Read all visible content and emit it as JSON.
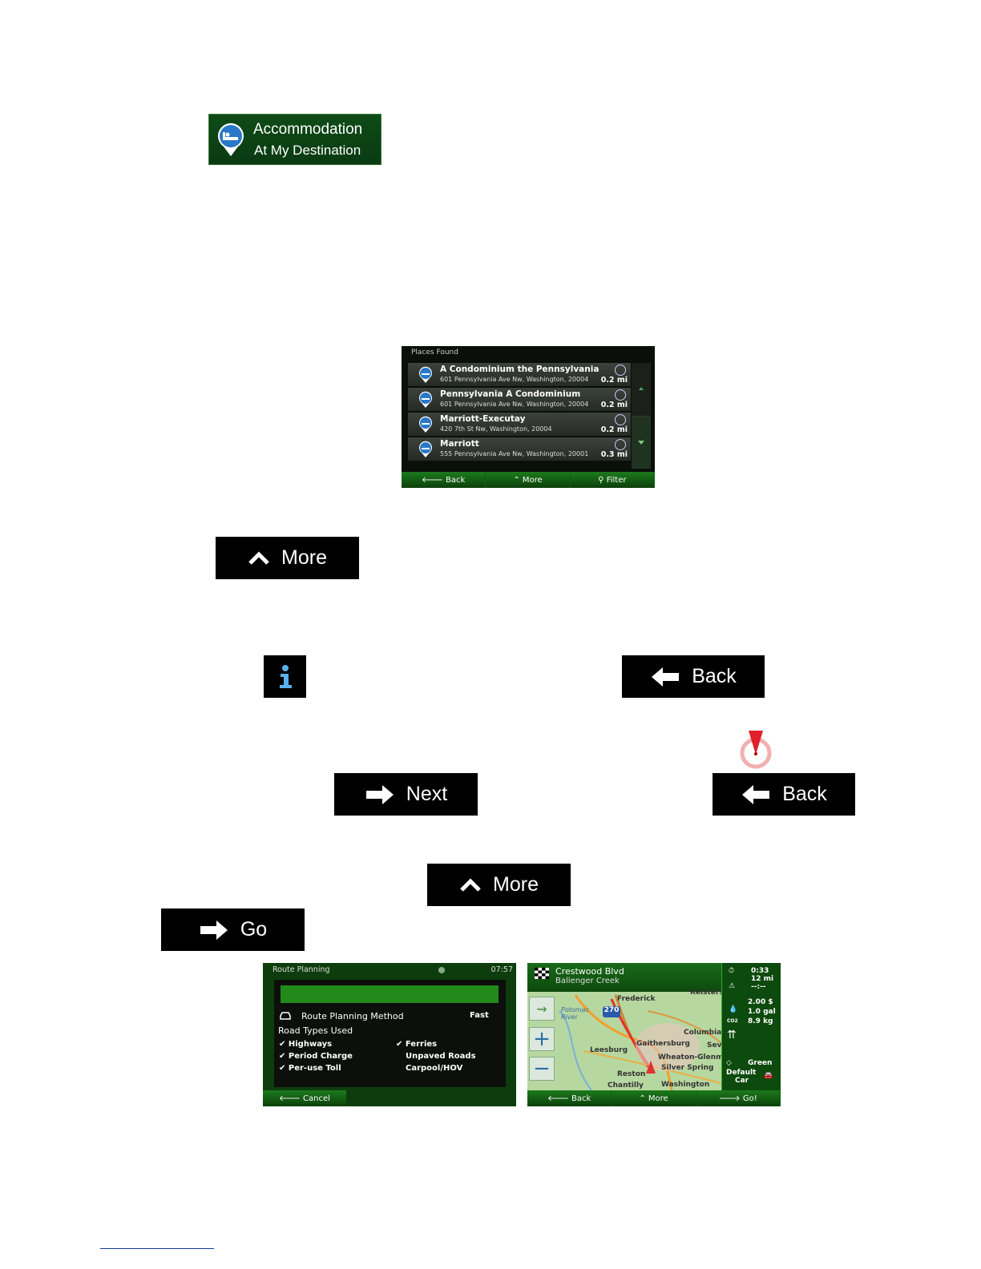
{
  "accommodation_button": {
    "line1": "Accommodation",
    "line2": "At My Destination"
  },
  "places_found": {
    "title": "Places Found",
    "items": [
      {
        "name": "A Condominium the Pennsylvania",
        "address": "601 Pennsylvania Ave Nw, Washington, 20004",
        "distance": "0.2 mi"
      },
      {
        "name": "Pennsylvania A Condominium",
        "address": "601 Pennsylvania Ave Nw, Washington, 20004",
        "distance": "0.2 mi"
      },
      {
        "name": "Marriott-Executay",
        "address": "420 7th St Nw, Washington, 20004",
        "distance": "0.2 mi"
      },
      {
        "name": "Marriott",
        "address": "555 Pennsylvania Ave Nw, Washington, 20001",
        "distance": "0.3 mi"
      }
    ],
    "footer": {
      "back": "Back",
      "more": "More",
      "filter": "Filter"
    }
  },
  "buttons": {
    "more_1": "More",
    "back_1": "Back",
    "next": "Next",
    "back_2": "Back",
    "more_2": "More",
    "go": "Go"
  },
  "route_planning": {
    "title": "Route Planning",
    "time": "07:57",
    "method_label": "Route Planning Method",
    "method_value": "Fast",
    "road_types": "Road Types Used",
    "left_options": [
      "Highways",
      "Period Charge",
      "Per-use Toll"
    ],
    "right_options": [
      "Ferries",
      "Unpaved Roads",
      "Carpool/HOV"
    ],
    "cancel": "Cancel"
  },
  "map": {
    "street": "Crestwood Blvd",
    "area": "Ballenger Creek",
    "stats": {
      "time": "0:33",
      "distance": "12 mi",
      "eta": "--:--",
      "cost": "2.00 $",
      "fuel": "1.0 gal",
      "co2": "8.9 kg",
      "co2_label": "CO2"
    },
    "mode": "Green",
    "vehicle_line1": "Default",
    "vehicle_line2": "Car",
    "places": [
      "Frederick",
      "Potomac River",
      "Reisterst",
      "Columbia",
      "Gaithersburg",
      "Sev",
      "Leesburg",
      "Wheaton-Glenmo",
      "Silver Spring",
      "Reston",
      "Chantilly",
      "Washington"
    ],
    "highway": "270",
    "footer": {
      "back": "Back",
      "more": "More",
      "go": "Go!"
    }
  },
  "colors": {
    "accent_green": "#1c7a1c",
    "button_black": "#000000",
    "pin_blue": "#2a78c8"
  }
}
